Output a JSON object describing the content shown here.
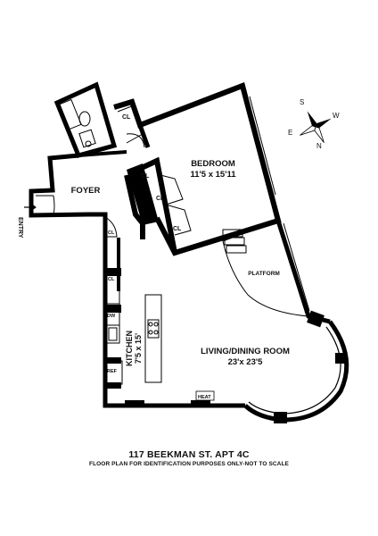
{
  "title": "117 BEEKMAN ST. APT 4C",
  "note": "FLOOR PLAN FOR IDENTIFICATION PURPOSES ONLY-NOT TO SCALE",
  "rooms": {
    "bedroom": {
      "name": "BEDROOM",
      "dims": "11'5 x 15'11"
    },
    "foyer": {
      "name": "FOYER"
    },
    "kitchen": {
      "name": "KITCHEN",
      "dims": "7'5 x 15'"
    },
    "living": {
      "name": "LIVING/DINING ROOM",
      "dims": "23'x 23'5"
    },
    "platform": {
      "name": "PLATFORM"
    }
  },
  "labels": {
    "entry": "ENTRY",
    "closet": "CL",
    "dw": "DW",
    "ref": "REF",
    "heat": "HEAT"
  },
  "compass": {
    "n": "N",
    "s": "S",
    "e": "E",
    "w": "W"
  }
}
